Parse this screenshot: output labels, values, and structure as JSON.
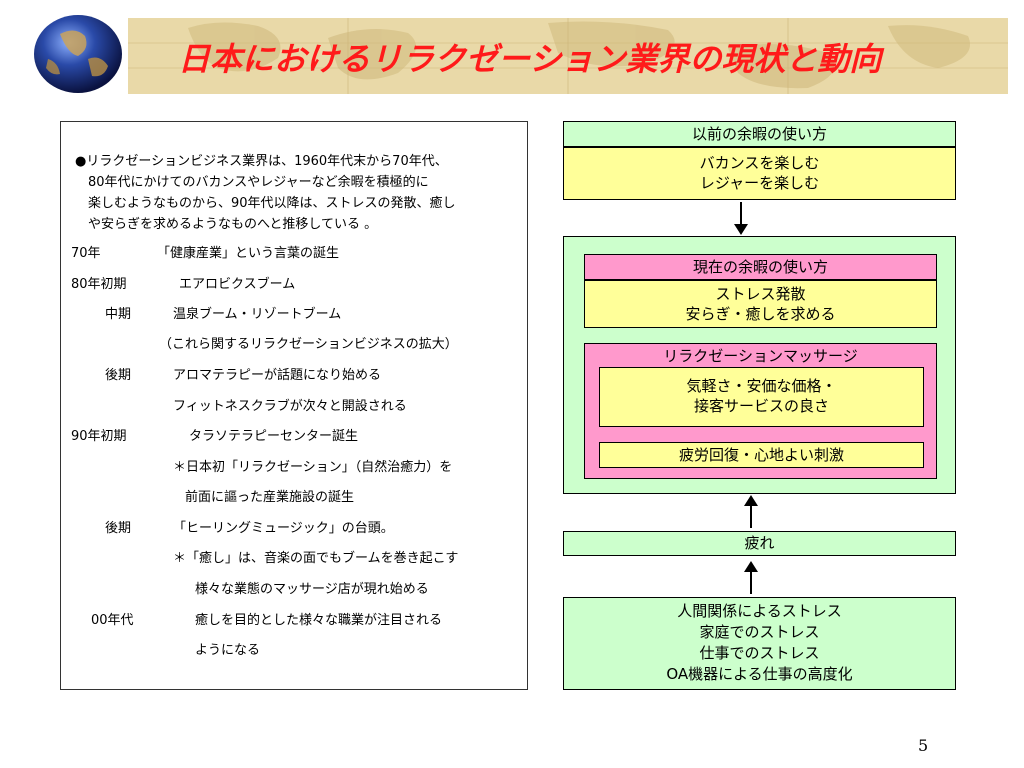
{
  "header": {
    "title": "日本におけるリラクゼーション業界の現状と動向"
  },
  "left": {
    "intro_line1": "●リラクゼーションビジネス業界は、1960年代末から70年代、",
    "intro_line2": "80年代にかけてのバカンスやレジャーなど余暇を積極的に",
    "intro_line3": "楽しむようなものから、90年代以降は、ストレスの発散、癒し",
    "intro_line4": "や安らぎを求めるようなものへと推移している 。",
    "rows": [
      {
        "period": "70年",
        "text": "「健康産業」という言葉の誕生"
      },
      {
        "period": "80年初期",
        "text": "エアロビクスブーム"
      },
      {
        "period": "中期",
        "text": "温泉ブーム・リゾートブーム"
      },
      {
        "period": "",
        "text": "（これら関するリラクゼーションビジネスの拡大）"
      },
      {
        "period": "後期",
        "text": "アロマテラピーが話題になり始める"
      },
      {
        "period": "",
        "text": "フィットネスクラブが次々と開設される"
      },
      {
        "period": "90年初期",
        "text": "タラソテラピーセンター誕生"
      },
      {
        "period": "",
        "text": "＊日本初「リラクゼーション」（自然治癒力）を"
      },
      {
        "period": "",
        "text": "前面に謳った産業施設の誕生"
      },
      {
        "period": "後期",
        "text": "「ヒーリングミュージック」の台頭。"
      },
      {
        "period": "",
        "text": "＊「癒し」は、音楽の面でもブームを巻き起こす"
      },
      {
        "period": "",
        "text": "様々な業態のマッサージ店が現れ始める"
      },
      {
        "period": "00年代",
        "text": "癒しを目的とした様々な職業が注目される"
      },
      {
        "period": "",
        "text": "ようになる"
      }
    ]
  },
  "right": {
    "past_title": "以前の余暇の使い方",
    "past_line1": "バカンスを楽しむ",
    "past_line2": "レジャーを楽しむ",
    "now_title": "現在の余暇の使い方",
    "now_line1": "ストレス発散",
    "now_line2": "安らぎ・癒しを求める",
    "massage_title": "リラクゼーションマッサージ",
    "massage_line1": "気軽さ・安価な価格・",
    "massage_line2": "接客サービスの良さ",
    "massage_effect": "疲労回復・心地よい刺激",
    "tired": "疲れ",
    "stress_line1": "人間関係によるストレス",
    "stress_line2": "家庭でのストレス",
    "stress_line3": "仕事でのストレス",
    "stress_line4": "OA機器による仕事の高度化"
  },
  "page_number": "5",
  "colors": {
    "title": "#ff1a1a",
    "green": "#ccffcc",
    "yellow": "#ffff99",
    "pink": "#ff99cc",
    "map_band": "#e9d9a8"
  }
}
